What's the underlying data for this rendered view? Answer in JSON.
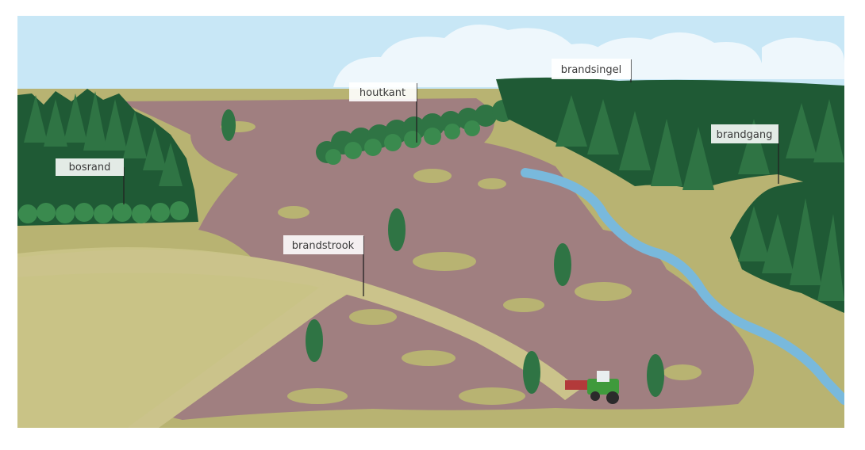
{
  "labels": {
    "bosrand": "bosrand",
    "houtkant": "houtkant",
    "brandsingel": "brandsingel",
    "brandgang": "brandgang",
    "brandstrook": "brandstrook"
  },
  "colors": {
    "sky": "#c8e7f6",
    "cloud": "#eef7fc",
    "grass": "#b8b372",
    "grass_light": "#c9c386",
    "heather": "#a07f80",
    "path": "#cbc38b",
    "river": "#79b9dc",
    "tree_dark": "#1f5a35",
    "tree_mid": "#2f7444",
    "tractor": "#3f9a3c",
    "harrow": "#b33a3a"
  }
}
